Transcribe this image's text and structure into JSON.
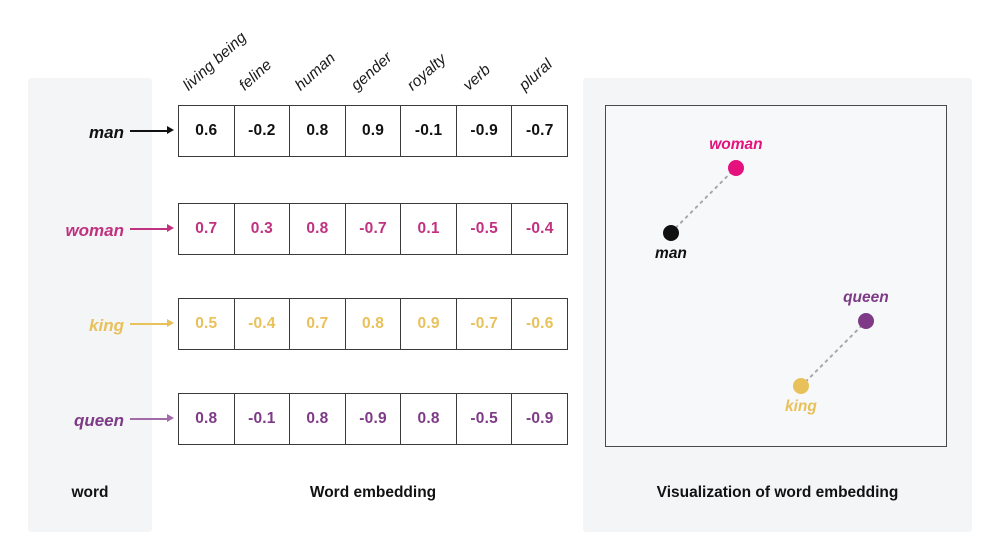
{
  "colors": {
    "man": "#111111",
    "woman": "#e5127d",
    "king": "#e8c15a",
    "queen": "#7e3a87",
    "woman_text": "#c0317f",
    "panel_bg": "#f3f5f7",
    "table_border": "#3a3a3a"
  },
  "columns": [
    "living being",
    "feline",
    "human",
    "gender",
    "royalty",
    "verb",
    "plural"
  ],
  "rows": [
    {
      "word": "man",
      "color": "#111111",
      "values": [
        "0.6",
        "-0.2",
        "0.8",
        "0.9",
        "-0.1",
        "-0.9",
        "-0.7"
      ]
    },
    {
      "word": "woman",
      "color": "#c0317f",
      "values": [
        "0.7",
        "0.3",
        "0.8",
        "-0.7",
        "0.1",
        "-0.5",
        "-0.4"
      ]
    },
    {
      "word": "king",
      "color": "#e8c15a",
      "values": [
        "0.5",
        "-0.4",
        "0.7",
        "0.8",
        "0.9",
        "-0.7",
        "-0.6"
      ]
    },
    {
      "word": "queen",
      "color": "#7e3a87",
      "values": [
        "0.8",
        "-0.1",
        "0.8",
        "-0.9",
        "0.8",
        "-0.5",
        "-0.9"
      ]
    }
  ],
  "captions": {
    "word": "word",
    "embedding": "Word embedding",
    "visualization": "Visualization of word embedding"
  },
  "chart_data": {
    "type": "scatter",
    "title": "Visualization of word embedding",
    "xlabel": "",
    "ylabel": "",
    "xlim": [
      0,
      100
    ],
    "ylim": [
      0,
      100
    ],
    "grid": false,
    "legend": "none",
    "points": [
      {
        "label": "man",
        "x": 19,
        "y": 63,
        "color": "#111111",
        "label_pos": "below"
      },
      {
        "label": "woman",
        "x": 38,
        "y": 82,
        "color": "#e5127d",
        "label_pos": "above"
      },
      {
        "label": "king",
        "x": 57,
        "y": 18,
        "color": "#e8c15a",
        "label_pos": "below"
      },
      {
        "label": "queen",
        "x": 76,
        "y": 37,
        "color": "#7e3a87",
        "label_pos": "above"
      }
    ],
    "connections": [
      {
        "from": "man",
        "to": "woman",
        "style": "dotted"
      },
      {
        "from": "king",
        "to": "queen",
        "style": "dotted"
      }
    ]
  }
}
